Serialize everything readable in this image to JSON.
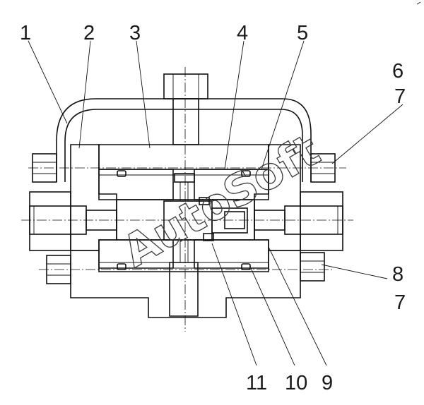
{
  "labels_top": [
    "1",
    "2",
    "3",
    "4",
    "5"
  ],
  "labels_right": [
    "6",
    "7",
    "8",
    "7"
  ],
  "labels_bottom": [
    "11",
    "10",
    "9"
  ],
  "watermark": "AutoSoft",
  "colors": {
    "line": "#111111",
    "background": "#ffffff"
  }
}
